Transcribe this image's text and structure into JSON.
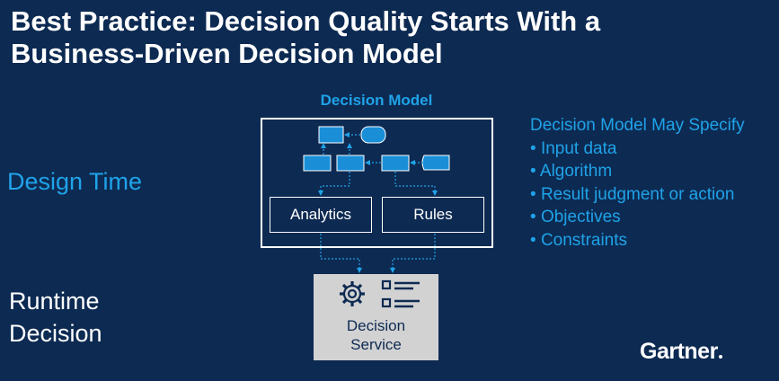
{
  "title": {
    "line1": "Best Practice: Decision Quality Starts With a",
    "line2": "Business-Driven Decision Model"
  },
  "labels": {
    "design_time": "Design Time",
    "runtime_line1": "Runtime",
    "runtime_line2": "Decision"
  },
  "decision_model": {
    "title": "Decision Model",
    "analytics": "Analytics",
    "rules": "Rules"
  },
  "decision_service": {
    "line1": "Decision",
    "line2": "Service",
    "icons": [
      "gear-icon",
      "list-icon"
    ]
  },
  "specify": {
    "heading": "Decision Model May Specify",
    "items": [
      "Input data",
      "Algorithm",
      "Result judgment or action",
      "Objectives",
      "Constraints"
    ]
  },
  "logo": {
    "text": "Gartner"
  },
  "colors": {
    "background": "#0d2a52",
    "accent": "#1fa3e8",
    "text": "#ffffff",
    "service_box": "#d2d2d2",
    "node_fill": "#1a8fd8"
  }
}
